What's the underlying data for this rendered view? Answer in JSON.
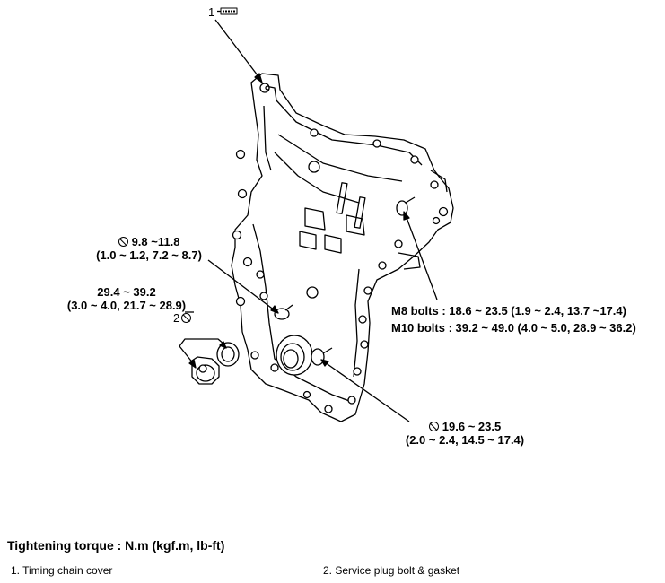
{
  "callouts": {
    "part1_number": "1",
    "part2_number": "2",
    "torque_upper_bolt": {
      "line1": "9.8 ~11.8",
      "line2": "(1.0 ~ 1.2, 7.2 ~ 8.7)"
    },
    "torque_plug_bolt": {
      "line1": "29.4 ~ 39.2",
      "line2": "(3.0 ~ 4.0, 21.7 ~ 28.9)"
    },
    "torque_m8": "M8 bolts : 18.6 ~ 23.5 (1.9 ~ 2.4, 13.7 ~17.4)",
    "torque_m10": "M10 bolts : 39.2 ~ 49.0 (4.0 ~ 5.0, 28.9 ~ 36.2)",
    "torque_lower_bolt": {
      "line1": "19.6 ~ 23.5",
      "line2": "(2.0 ~ 2.4, 14.5 ~ 17.4)"
    }
  },
  "legend": {
    "title": "Tightening torque : N.m (kgf.m, lb-ft)",
    "items": [
      "1. Timing chain cover",
      "2. Service plug bolt & gasket"
    ]
  }
}
